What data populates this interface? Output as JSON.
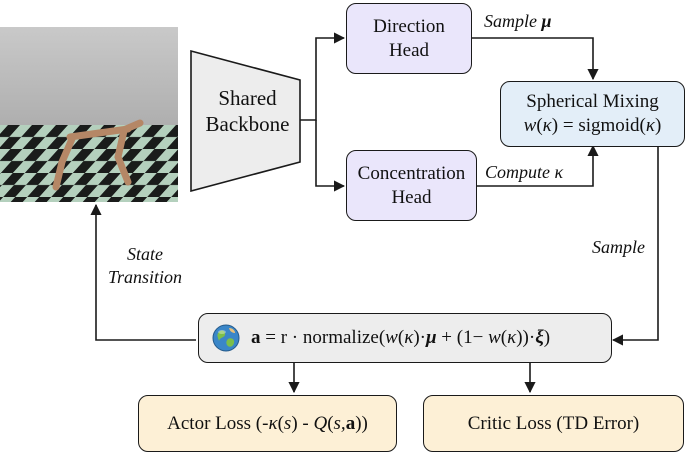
{
  "backbone": {
    "line1": "Shared",
    "line2": "Backbone"
  },
  "direction_head": {
    "line1": "Direction",
    "line2": "Head"
  },
  "concentration_head": {
    "line1": "Concentration",
    "line2": "Head"
  },
  "mixing": {
    "title": "Spherical Mixing",
    "w": "w",
    "kappa": "κ",
    "eq": " = sigmoid("
  },
  "labels": {
    "sample_mu_text": "Sample ",
    "mu": "μ",
    "compute_kappa_text": "Compute ",
    "kappa": "κ",
    "sample": "Sample",
    "state": "State",
    "transition": "Transition"
  },
  "action": {
    "a": "a",
    "t1": " = r · normalize(",
    "w": "w",
    "kappa": "κ",
    "mu": "μ",
    "t2": " + (1− ",
    "xi": "ξ"
  },
  "actor_loss": {
    "t1": "Actor Loss (-",
    "kappa": "κ",
    "s": "s",
    "t2": ") - ",
    "q": "Q",
    "sa1": "s,",
    "a": "a",
    "t3": "))"
  },
  "critic_loss": {
    "label": "Critic Loss (TD Error)"
  },
  "colors": {
    "purple_fill": "#eae6fb",
    "blue_fill": "#e3eef8",
    "grey_fill": "#ededed",
    "peach_fill": "#fdf0d6",
    "stroke": "#1a1a1a"
  }
}
